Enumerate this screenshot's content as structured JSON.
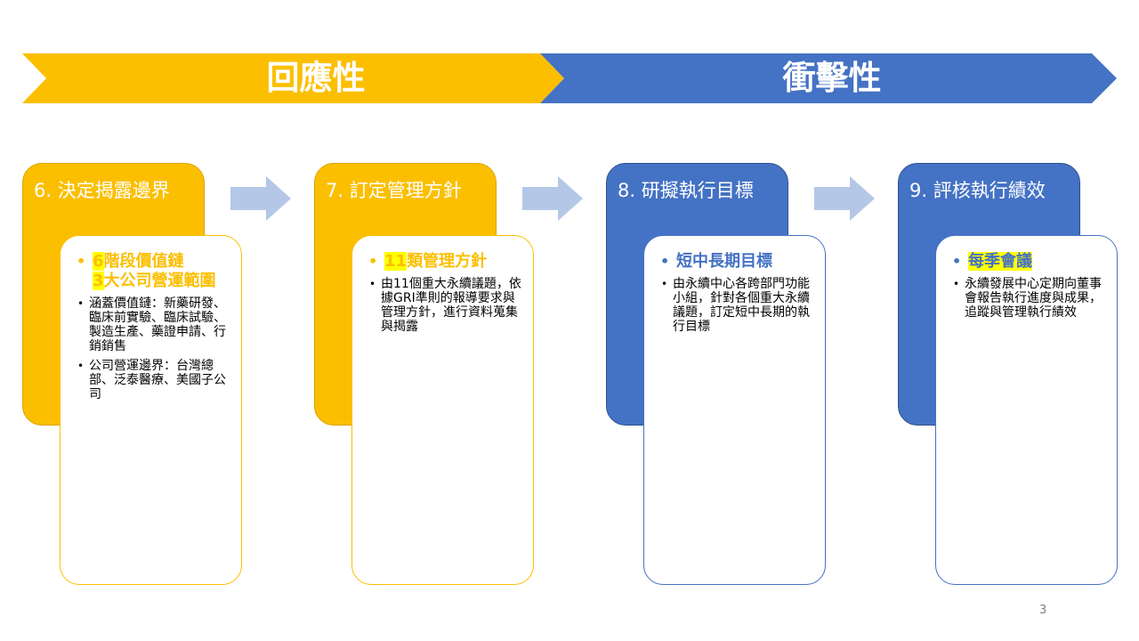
{
  "banner": {
    "left_label": "回應性",
    "right_label": "衝擊性",
    "colors": {
      "left": "#fbbf00",
      "right": "#4472c4"
    }
  },
  "steps": [
    {
      "title": "6. 決定揭露邊界",
      "heading_parts": [
        {
          "text": "6",
          "highlight": true
        },
        {
          "text": "階段價值鏈",
          "highlight": false
        },
        {
          "text": "\n",
          "highlight": false
        },
        {
          "text": "3",
          "highlight": true
        },
        {
          "text": "大公司營運範圍",
          "highlight": false
        }
      ],
      "bullets": [
        "涵蓋價值鏈：新藥研發、臨床前實驗、臨床試驗、製造生產、藥證申請、行銷銷售",
        "公司營運邊界：台灣總部、泛泰醫療、美國子公司"
      ]
    },
    {
      "title": "7. 訂定管理方針",
      "heading_parts": [
        {
          "text": "11",
          "highlight": true
        },
        {
          "text": "類管理方針",
          "highlight": false
        }
      ],
      "bullets": [
        "由11個重大永續議題，依據GRI準則的報導要求與管理方針，進行資料蒐集與揭露"
      ]
    },
    {
      "title": "8. 研擬執行目標",
      "heading_parts": [
        {
          "text": "短中長期目標",
          "highlight": false
        }
      ],
      "bullets": [
        "由永續中心各跨部門功能小組，針對各個重大永續議題，訂定短中長期的執行目標"
      ]
    },
    {
      "title": "9. 評核執行績效",
      "heading_parts": [
        {
          "text": "每季會議",
          "highlight": true
        }
      ],
      "bullets": [
        "永續發展中心定期向董事會報告執行進度與成果，追蹤與管理執行績效"
      ]
    }
  ],
  "page_number": "3",
  "colors": {
    "gold": "#fbbf00",
    "blue": "#4472c4",
    "arrow": "#b4c7e7"
  },
  "icons": [
    "right-arrow-icon"
  ]
}
